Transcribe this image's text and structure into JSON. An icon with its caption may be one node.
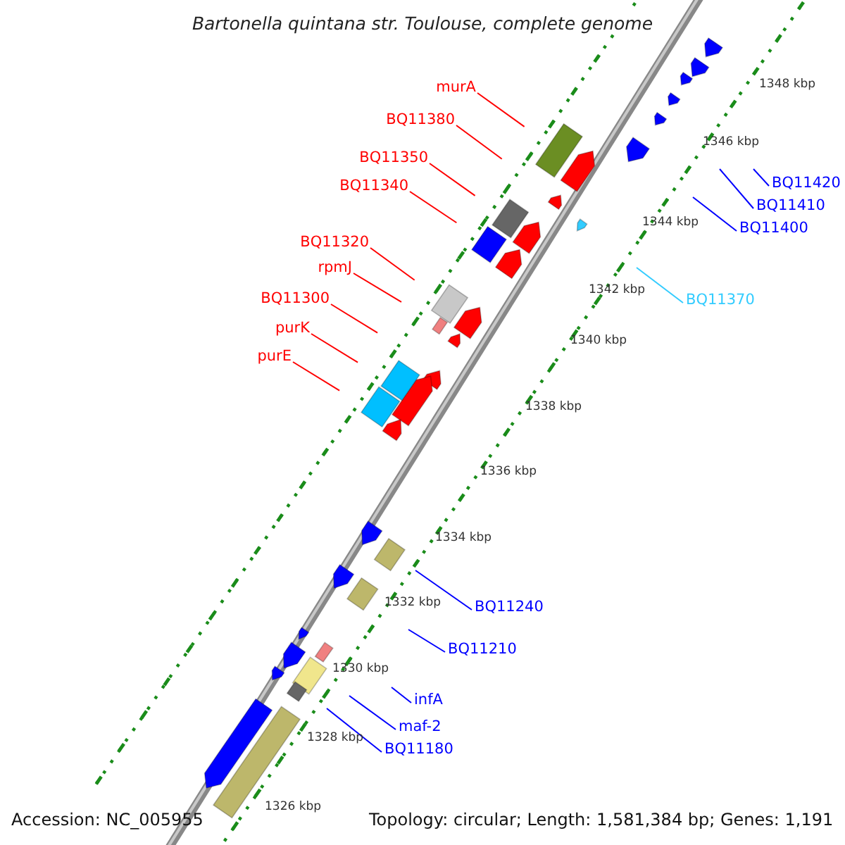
{
  "diagram": {
    "title": "Bartonella quintana str. Toulouse, complete genome",
    "nodes": [
      {
        "text": [
          "murA"
        ]
      },
      {
        "text": [
          "BQ11380"
        ]
      },
      {
        "text": [
          "BQ11350"
        ]
      },
      {
        "text": [
          "BQ11340"
        ]
      },
      {
        "text": [
          "BQ11320"
        ]
      },
      {
        "text": [
          "rpmJ"
        ]
      },
      {
        "text": [
          "BQ11300"
        ]
      },
      {
        "text": [
          "purK"
        ]
      },
      {
        "text": [
          "purE"
        ]
      },
      {
        "text": [
          "BQ11420"
        ]
      },
      {
        "text": [
          "BQ11410"
        ]
      },
      {
        "text": [
          "BQ11400"
        ]
      },
      {
        "text": [
          "BQ11370"
        ]
      },
      {
        "text": [
          "BQ11240"
        ]
      },
      {
        "text": [
          "BQ11210"
        ]
      },
      {
        "text": [
          "infA"
        ]
      },
      {
        "text": [
          "maf-2"
        ]
      },
      {
        "text": [
          "BQ11180"
        ]
      }
    ],
    "edges": [
      {
        "from": 0,
        "to": null,
        "arrow": "none"
      },
      {
        "from": 1,
        "to": null,
        "arrow": "none"
      },
      {
        "from": 2,
        "to": null,
        "arrow": "none"
      },
      {
        "from": 3,
        "to": null,
        "arrow": "none"
      },
      {
        "from": 4,
        "to": null,
        "arrow": "none"
      },
      {
        "from": 5,
        "to": null,
        "arrow": "none"
      },
      {
        "from": 6,
        "to": null,
        "arrow": "none"
      },
      {
        "from": 7,
        "to": null,
        "arrow": "none"
      },
      {
        "from": 8,
        "to": null,
        "arrow": "none"
      },
      {
        "from": 9,
        "to": null,
        "arrow": "none",
        "color": "#0000ff"
      },
      {
        "from": 10,
        "to": null,
        "arrow": "none",
        "color": "#0000ff"
      },
      {
        "from": 11,
        "to": null,
        "arrow": "none",
        "color": "#0000ff"
      },
      {
        "from": 12,
        "to": null,
        "arrow": "none",
        "color": "#33ccff"
      },
      {
        "from": 13,
        "to": null,
        "arrow": "none",
        "color": "#0000ff"
      },
      {
        "from": 14,
        "to": null,
        "arrow": "none",
        "color": "#0000ff"
      },
      {
        "from": 15,
        "to": null,
        "arrow": "none",
        "color": "#0000ff"
      },
      {
        "from": 16,
        "to": null,
        "arrow": "none",
        "color": "#0000ff"
      },
      {
        "from": 17,
        "to": null,
        "arrow": "none",
        "color": "#0000ff"
      }
    ],
    "labels": [
      "1348 kbp",
      "1346 kbp",
      "1344 kbp",
      "1342 kbp",
      "1340 kbp",
      "1338 kbp",
      "1336 kbp",
      "1334 kbp",
      "1332 kbp",
      "1330 kbp",
      "1328 kbp",
      "1326 kbp",
      "Accession: NC_005955",
      "Topology: circular; Length: 1,581,384 bp; Genes: 1,191"
    ]
  }
}
